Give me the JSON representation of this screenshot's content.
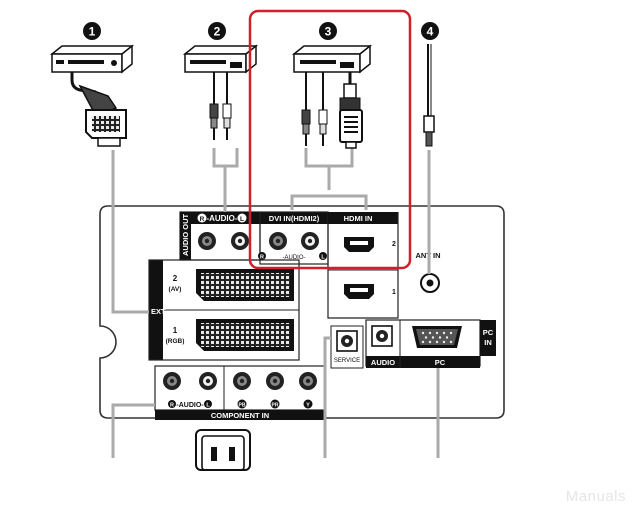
{
  "callouts": [
    "1",
    "2",
    "3",
    "4"
  ],
  "panel": {
    "audio_out": "AUDIO OUT",
    "audio_r": "R",
    "audio_word": "-AUDIO-",
    "audio_l": "L",
    "dvi_in": "DVI IN(HDMI2)",
    "dvi_audio_label": "-AUDIO-",
    "hdmi_in": "HDMI IN",
    "hdmi_port_2": "2",
    "hdmi_port_1": "1",
    "ant_in": "ANT IN",
    "ext": "EXT",
    "scart_2_num": "2",
    "scart_2_sub": "(AV)",
    "scart_1_num": "1",
    "scart_1_sub": "(RGB)",
    "service": "SERVICE",
    "pc_audio": "AUDIO",
    "pc": "PC",
    "pc_in_1": "PC",
    "pc_in_2": "IN",
    "comp_r": "R",
    "comp_audio_word": "-AUDIO-",
    "comp_l": "L",
    "pb": "PB",
    "pr": "PR",
    "y": "Y",
    "component_in": "COMPONENT IN"
  },
  "highlight_color": "#d0202c",
  "watermark": "Manuals"
}
